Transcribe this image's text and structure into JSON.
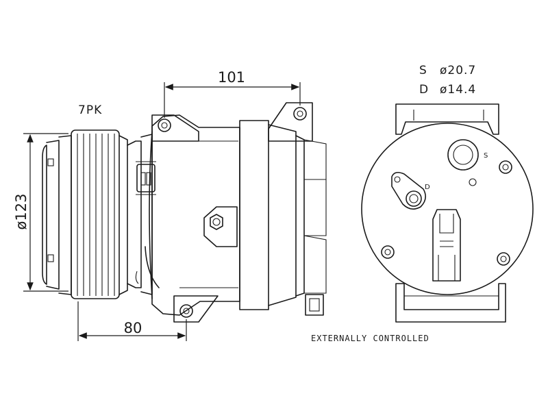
{
  "dimensions": {
    "width_top": "101",
    "width_bottom": "80",
    "pulley_diameter": "ø123"
  },
  "pulley": {
    "belt_type": "7PK"
  },
  "ports": {
    "suction": {
      "letter": "S",
      "value": "ø20.7"
    },
    "discharge": {
      "letter": "D",
      "value": "ø14.4"
    },
    "suction_marker": "S",
    "discharge_marker": "D"
  },
  "control_note": "EXTERNALLY CONTROLLED"
}
